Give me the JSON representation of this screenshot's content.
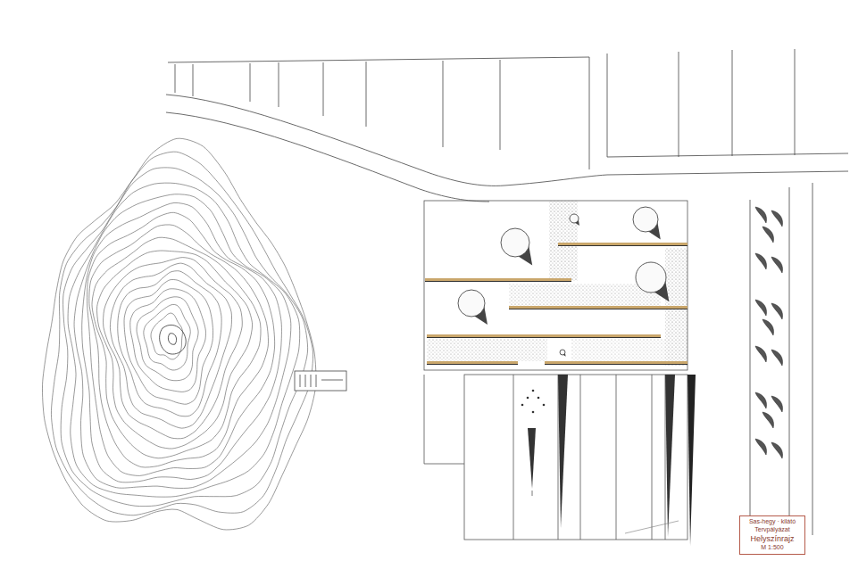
{
  "diagram": {
    "nodes": [
      {
        "text": [
          "Sas-hegy · kilátó",
          "Tervpályázat",
          "Helyszínrajz",
          "M 1:500"
        ]
      }
    ]
  }
}
